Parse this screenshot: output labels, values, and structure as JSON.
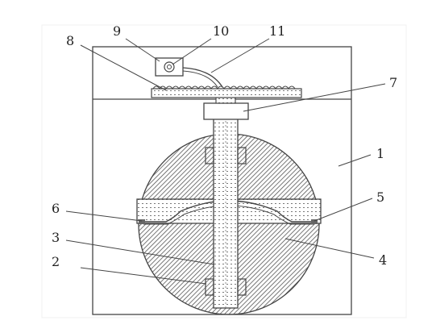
{
  "callouts": [
    {
      "id": "1",
      "text": "1"
    },
    {
      "id": "2",
      "text": "2"
    },
    {
      "id": "3",
      "text": "3"
    },
    {
      "id": "4",
      "text": "4"
    },
    {
      "id": "5",
      "text": "5"
    },
    {
      "id": "6",
      "text": "6"
    },
    {
      "id": "7",
      "text": "7"
    },
    {
      "id": "8",
      "text": "8"
    },
    {
      "id": "9",
      "text": "9"
    },
    {
      "id": "10",
      "text": "10"
    },
    {
      "id": "11",
      "text": "11"
    }
  ],
  "colors": {
    "line": "#444444",
    "hatch": "#555555",
    "background": "#ffffff",
    "frame": "#f4f4f4"
  }
}
